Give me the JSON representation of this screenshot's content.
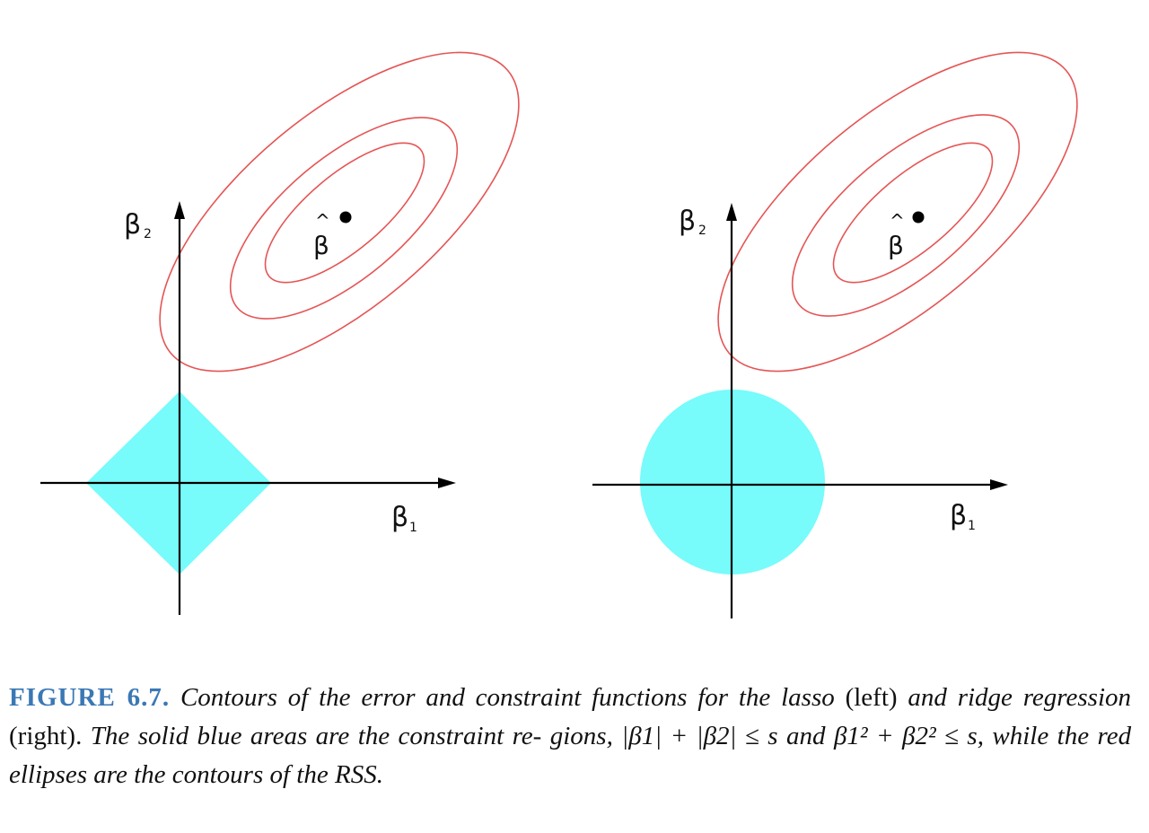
{
  "figure": {
    "colors": {
      "constraint_fill": "#77fbfb",
      "contour_stroke": "#e55555",
      "axis_stroke": "#000000"
    },
    "panels": [
      {
        "name": "lasso",
        "constraint_shape": "diamond",
        "x_axis_label": "β",
        "x_axis_sub": "1",
        "y_axis_label": "β",
        "y_axis_sub": "2",
        "estimate_label": "β"
      },
      {
        "name": "ridge",
        "constraint_shape": "circle",
        "x_axis_label": "β",
        "x_axis_sub": "1",
        "y_axis_label": "β",
        "y_axis_sub": "2",
        "estimate_label": "β"
      }
    ]
  },
  "caption": {
    "label": "FIGURE 6.7.",
    "part1": "Contours of the error and constraint functions for the lasso",
    "left_word": "(left)",
    "part2": "and ridge regression",
    "right_word": "(right).",
    "part3": "The solid blue areas are the constraint re- gions,",
    "formula_lasso": "|β1| + |β2| ≤ s",
    "and_word": "and",
    "formula_ridge": "β1² + β2² ≤ s,",
    "part4": "while the red ellipses are the contours of the RSS."
  }
}
